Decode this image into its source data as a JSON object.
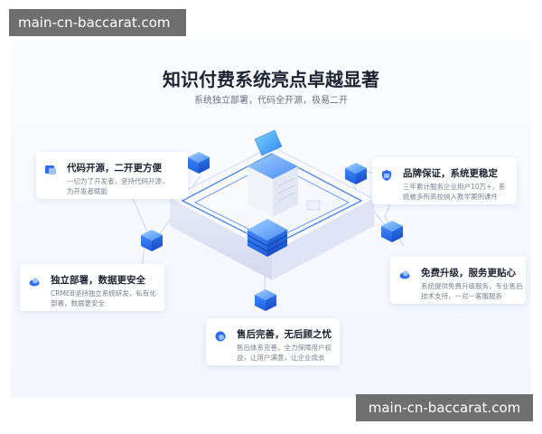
{
  "watermark": {
    "top": "main-cn-baccarat.com",
    "bottom": "main-cn-baccarat.com"
  },
  "header": {
    "title": "知识付费系统亮点卓越显著",
    "subtitle": "系统独立部署，代码全开源，极易二开"
  },
  "features": [
    {
      "title": "代码开源，二开更方便",
      "desc_lines": [
        "一切为了开发者，坚持代码开源，",
        "为开发者赋能"
      ],
      "icon": "code-icon"
    },
    {
      "title": "品牌保证，系统更稳定",
      "desc_lines": [
        "三年累计服务企业用户10万+，系",
        "统被多所高校纳入教学案例课件"
      ],
      "icon": "shield-icon"
    },
    {
      "title": "独立部署，数据更安全",
      "desc_lines": [
        "CRMEB坚持独立系统研发，私有化",
        "部署，数据更安全"
      ],
      "icon": "cloud-icon"
    },
    {
      "title": "免费升级，服务更贴心",
      "desc_lines": [
        "系统提供免费升级服务，专业售后",
        "技术支持，一对一客服服务"
      ],
      "icon": "cloud-icon"
    },
    {
      "title": "售后完善，无后顾之忧",
      "desc_lines": [
        "售后体系完善，全力保障用户权",
        "益，让用户满意，让企业成长"
      ],
      "icon": "support-icon"
    }
  ],
  "colors": {
    "accent": "#2f6df6",
    "accent_light": "#7fb2ff",
    "title": "#1f2433",
    "text": "#7a8091"
  }
}
